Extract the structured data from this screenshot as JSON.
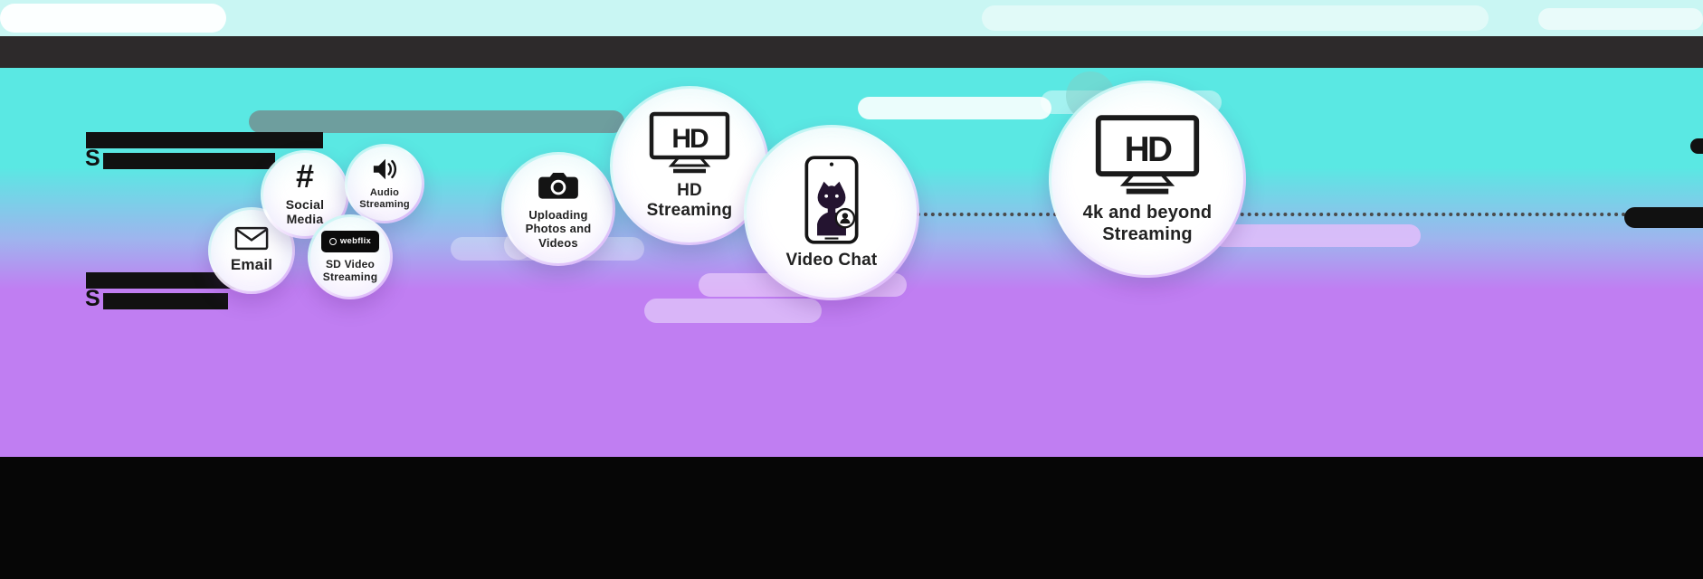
{
  "scene": {
    "type": "bandwidth-activities-infographic",
    "dotted_guideline": true
  },
  "colors": {
    "cyan": "#5ae8e3",
    "purple": "#c07ef2",
    "top_bar": "#2d2a2b",
    "bottom_bar": "#060606",
    "bubble_text": "#222222",
    "teal_pill": "#6e9e9e",
    "lavender_pill": "#d9b5f8"
  },
  "redacted": {
    "block_a_line2_prefix": "S",
    "block_b_line2_prefix": "S"
  },
  "bubbles": {
    "email": {
      "label": "Email"
    },
    "social": {
      "label": "Social Media",
      "icon_glyph": "#"
    },
    "audio": {
      "label": "Audio Streaming"
    },
    "sd": {
      "label": "SD Video Streaming",
      "badge": "webflix"
    },
    "upload": {
      "label": "Uploading Photos and Videos"
    },
    "hd": {
      "label": "HD Streaming",
      "icon_text": "HD"
    },
    "video_chat": {
      "label": "Video Chat"
    },
    "uhd": {
      "label": "4k and beyond Streaming",
      "icon_text": "HD"
    }
  }
}
